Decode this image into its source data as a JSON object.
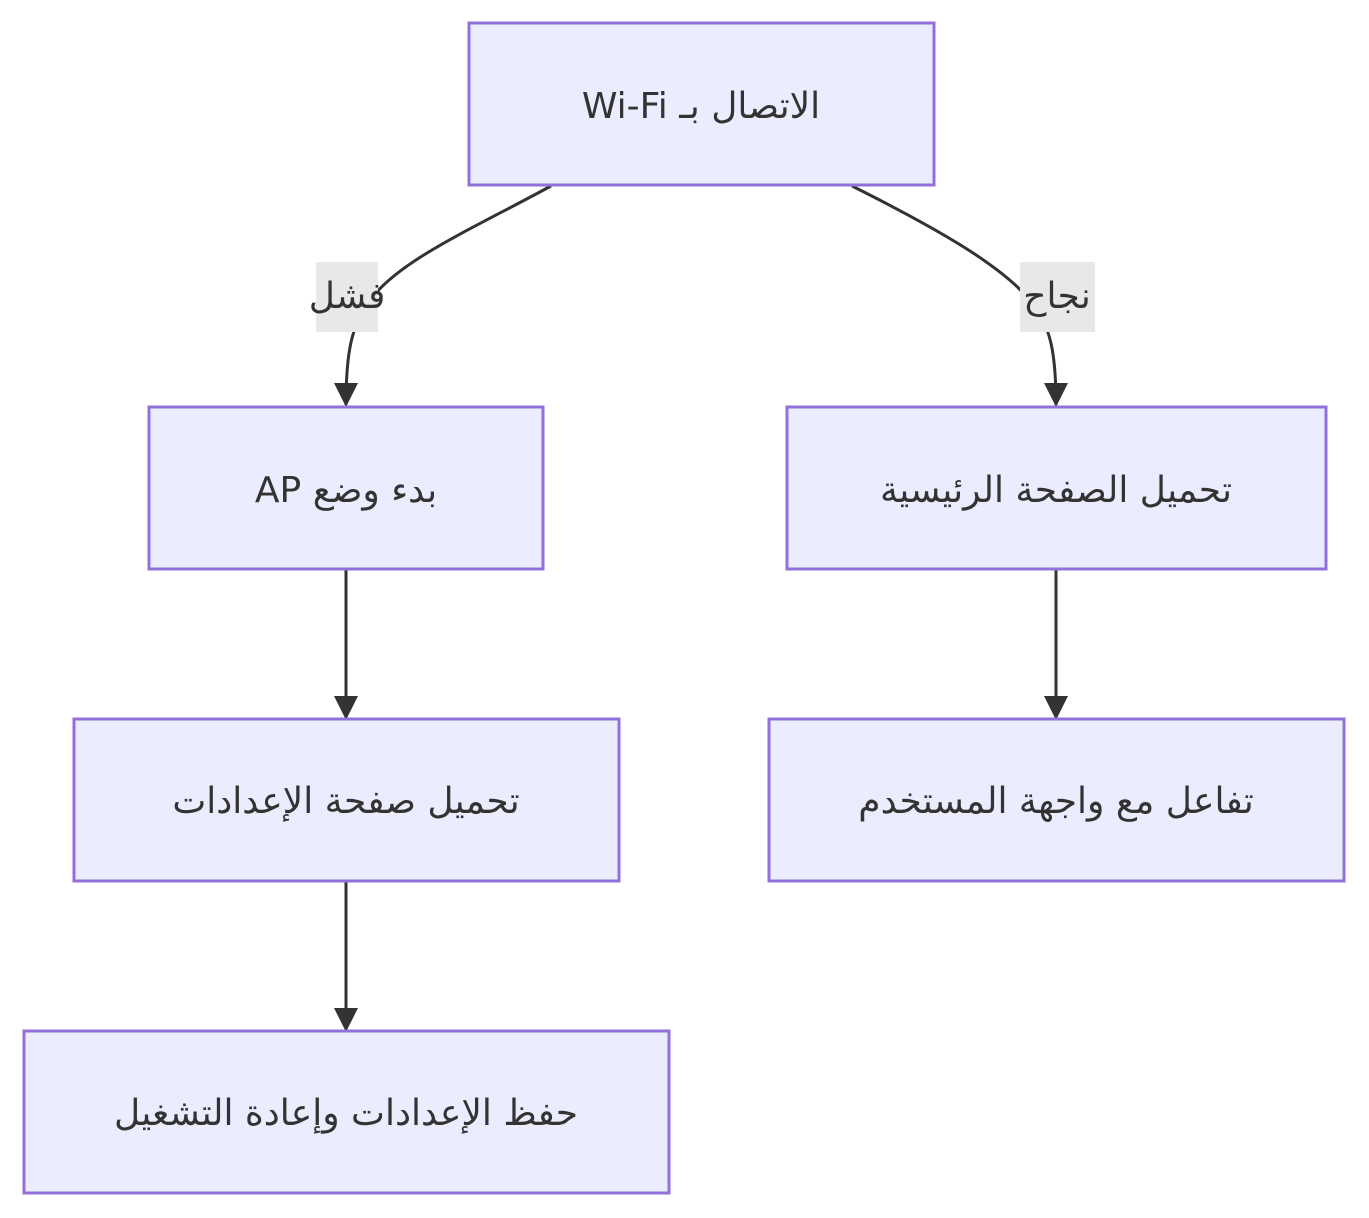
{
  "diagram": {
    "type": "flowchart",
    "nodes": {
      "connect": {
        "label": "الاتصال بـ Wi-Fi"
      },
      "ap_mode": {
        "label": "بدء وضع AP"
      },
      "load_home": {
        "label": "تحميل الصفحة الرئيسية"
      },
      "load_settings": {
        "label": "تحميل صفحة الإعدادات"
      },
      "interact_ui": {
        "label": "تفاعل مع واجهة المستخدم"
      },
      "save_restart": {
        "label": "حفظ الإعدادات وإعادة التشغيل"
      }
    },
    "edges": {
      "fail": {
        "from": "connect",
        "to": "ap_mode",
        "label": "فشل"
      },
      "success": {
        "from": "connect",
        "to": "load_home",
        "label": "نجاح"
      },
      "ap_to_settings": {
        "from": "ap_mode",
        "to": "load_settings",
        "label": ""
      },
      "home_to_ui": {
        "from": "load_home",
        "to": "interact_ui",
        "label": ""
      },
      "settings_to_save": {
        "from": "load_settings",
        "to": "save_restart",
        "label": ""
      }
    },
    "colors": {
      "node_fill": "#ececff",
      "node_stroke": "#9370db",
      "edge_stroke": "#333333",
      "edge_label_bg": "#e8e8e8",
      "text": "#333333"
    }
  }
}
